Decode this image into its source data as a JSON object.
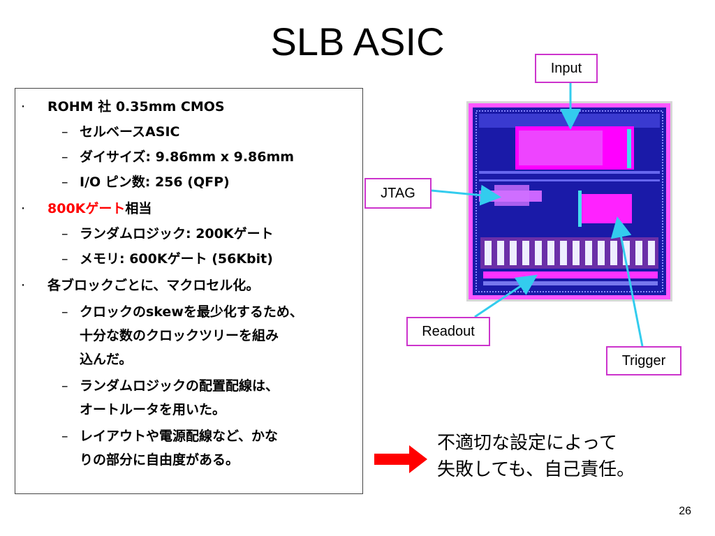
{
  "slide": {
    "title": "SLB ASIC",
    "page_number": "26"
  },
  "bullets": {
    "b1": "ROHM 社 0.35mm CMOS",
    "b1_s1": "セルベースASIC",
    "b1_s2": "ダイサイズ: 9.86mm x 9.86mm",
    "b1_s3": "I/O ピン数: 256 (QFP)",
    "b2_red": "800Kゲート",
    "b2_rest": "相当",
    "b2_s1": "ランダムロジック: 200Kゲート",
    "b2_s2": "メモリ: 600Kゲート (56Kbit)",
    "b3": "各ブロックごとに、マクロセル化。",
    "b3_s1_l1": "クロックのskewを最少化するため、",
    "b3_s1_l2": "十分な数のクロックツリーを組み",
    "b3_s1_l3": "込んだ。",
    "b3_s2_l1": "ランダムロジックの配置配線は、",
    "b3_s2_l2": "オートルータを用いた。",
    "b3_s3_l1": "レイアウトや電源配線など、かな",
    "b3_s3_l2": "りの部分に自由度がある。"
  },
  "labels": {
    "input": "Input",
    "jtag": "JTAG",
    "readout": "Readout",
    "trigger": "Trigger"
  },
  "conclusion": {
    "line1": "不適切な設定によって",
    "line2": "失敗しても、自己責任。"
  },
  "colors": {
    "label_border": "#cc33cc",
    "arrow_cyan": "#33ccee",
    "red_arrow": "#ff0000",
    "chip_magenta": "#ff00ff",
    "chip_blue": "#1a1aa8"
  }
}
